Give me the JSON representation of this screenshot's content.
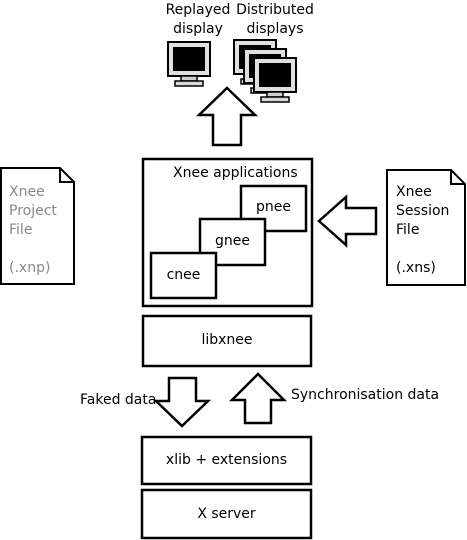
{
  "displays": {
    "replayed": {
      "line1": "Replayed",
      "line2": "display"
    },
    "distributed": {
      "line1": "Distributed",
      "line2": "displays"
    }
  },
  "applications": {
    "title": "Xnee applications",
    "pnee": "pnee",
    "gnee": "gnee",
    "cnee": "cnee"
  },
  "project_file": {
    "line1": "Xnee",
    "line2": "Project",
    "line3": "File",
    "ext": "(.xnp)",
    "text_color": "#888888"
  },
  "session_file": {
    "line1": "Xnee",
    "line2": "Session",
    "line3": "File",
    "ext": "(.xns)"
  },
  "libxnee": "libxnee",
  "flows": {
    "faked": "Faked data",
    "sync": "Synchronisation data"
  },
  "xlib": "xlib + extensions",
  "xserver": "X server"
}
